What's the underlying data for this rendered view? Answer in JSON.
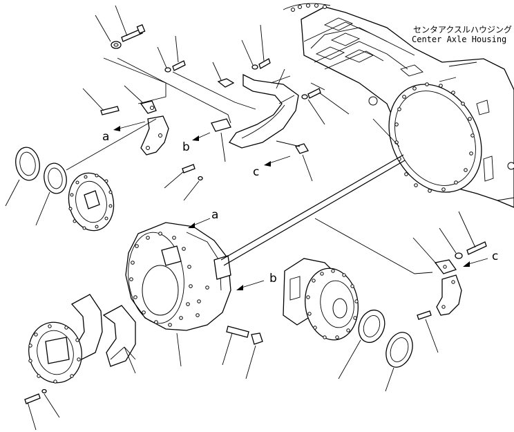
{
  "title_jp": "センタアクスルハウジング",
  "title_en": "Center Axle Housing",
  "callouts": {
    "a": "a",
    "b": "b",
    "c": "c"
  }
}
